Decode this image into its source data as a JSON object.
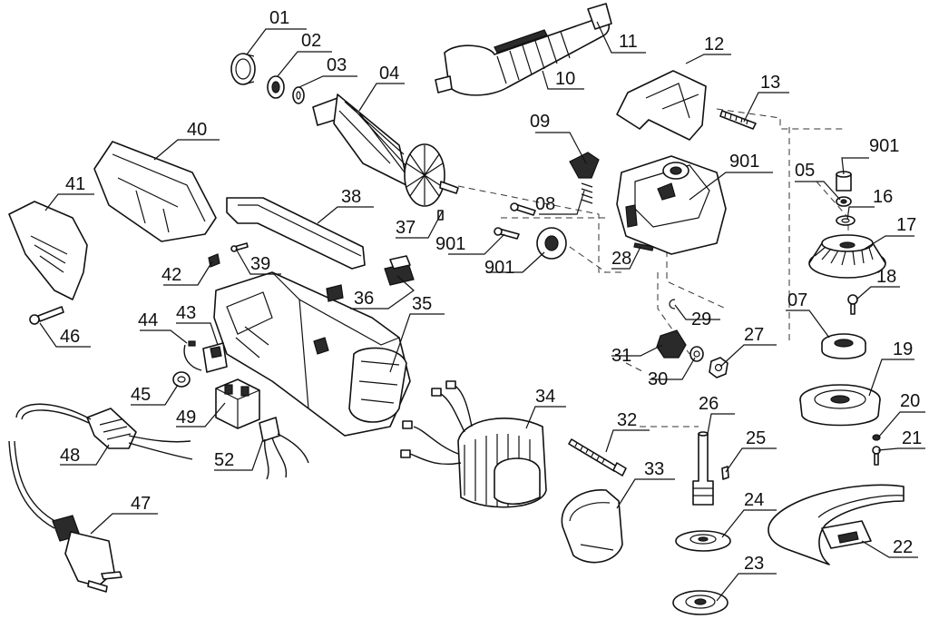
{
  "labels": {
    "p01": "01",
    "p02": "02",
    "p03": "03",
    "p04": "04",
    "p05": "05",
    "p07": "07",
    "p08": "08",
    "p09": "09",
    "p10": "10",
    "p11": "11",
    "p12": "12",
    "p13": "13",
    "p16": "16",
    "p17": "17",
    "p18": "18",
    "p19": "19",
    "p20": "20",
    "p21": "21",
    "p22": "22",
    "p23": "23",
    "p24": "24",
    "p25": "25",
    "p26": "26",
    "p27": "27",
    "p28": "28",
    "p29": "29",
    "p30": "30",
    "p31": "31",
    "p32": "32",
    "p33": "33",
    "p34": "34",
    "p35": "35",
    "p36": "36",
    "p37": "37",
    "p38": "38",
    "p39": "39",
    "p40": "40",
    "p41": "41",
    "p42": "42",
    "p43": "43",
    "p44": "44",
    "p45": "45",
    "p46": "46",
    "p47": "47",
    "p48": "48",
    "p49": "49",
    "p52": "52",
    "p901a": "901",
    "p901b": "901",
    "p901c": "901",
    "p901d": "901"
  }
}
